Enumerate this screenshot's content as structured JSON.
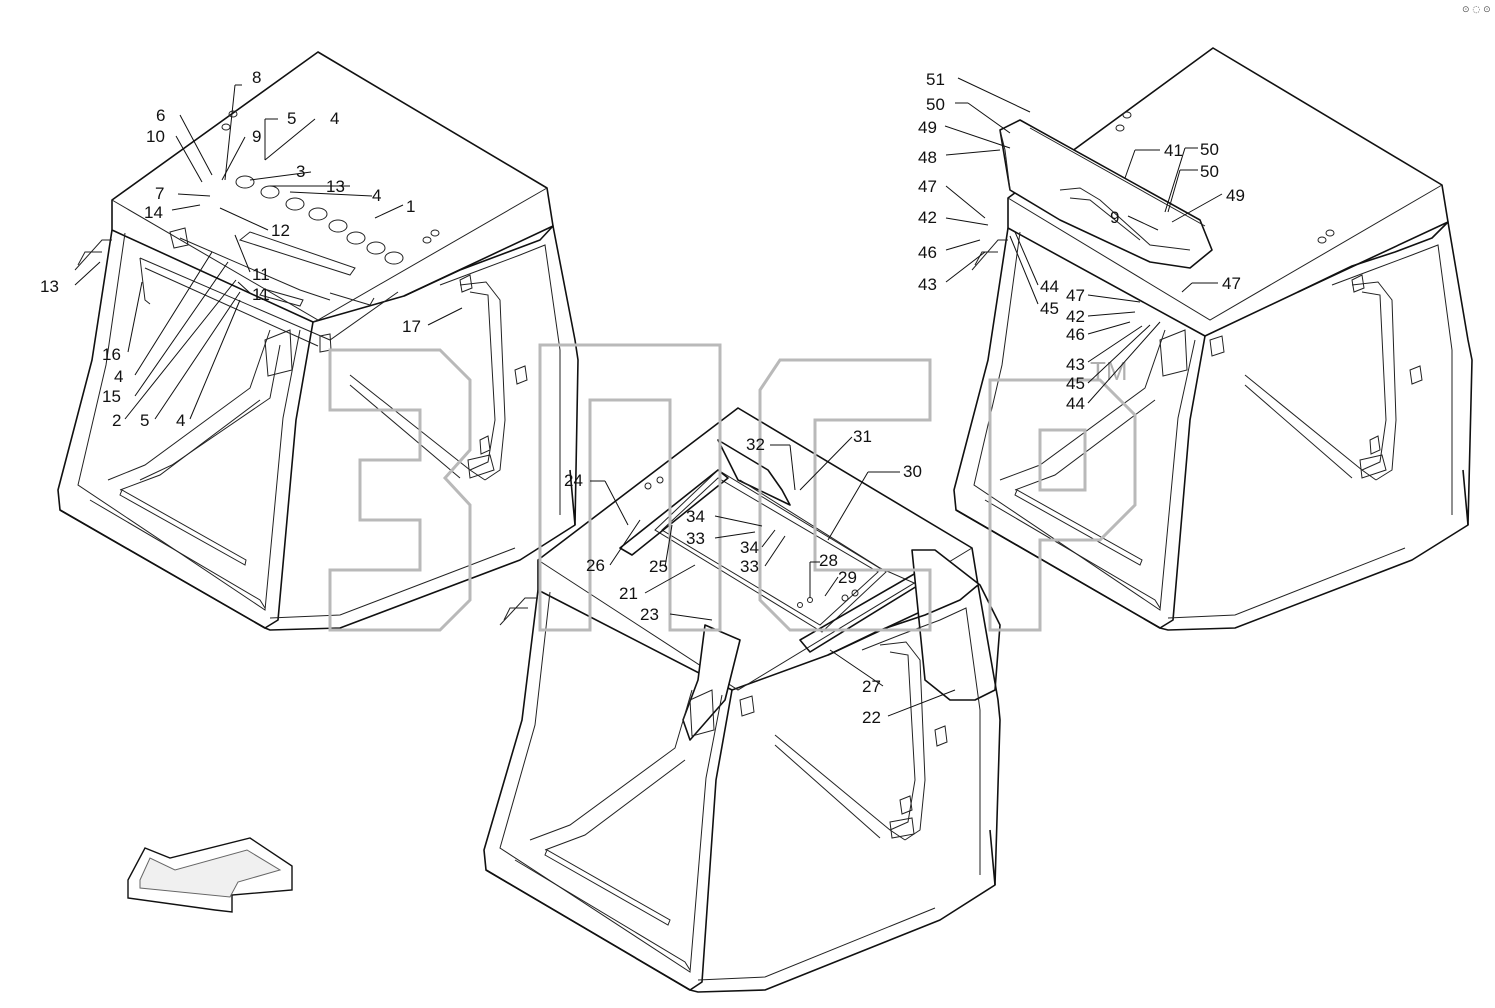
{
  "corner_mark": "⊙ ◌ ⊙",
  "watermark": {
    "letters": "3ПсР",
    "tm": "TM"
  },
  "labels": [
    {
      "id": "c1-1",
      "text": "1"
    },
    {
      "id": "c1-2",
      "text": "2"
    },
    {
      "id": "c1-3",
      "text": "3"
    },
    {
      "id": "c1-4a",
      "text": "4"
    },
    {
      "id": "c1-4b",
      "text": "4"
    },
    {
      "id": "c1-4c",
      "text": "4"
    },
    {
      "id": "c1-4d",
      "text": "4"
    },
    {
      "id": "c1-5a",
      "text": "5"
    },
    {
      "id": "c1-5b",
      "text": "5"
    },
    {
      "id": "c1-6",
      "text": "6"
    },
    {
      "id": "c1-7",
      "text": "7"
    },
    {
      "id": "c1-8",
      "text": "8"
    },
    {
      "id": "c1-9",
      "text": "9"
    },
    {
      "id": "c1-10",
      "text": "10"
    },
    {
      "id": "c1-11a",
      "text": "11"
    },
    {
      "id": "c1-11b",
      "text": "11"
    },
    {
      "id": "c1-12",
      "text": "12"
    },
    {
      "id": "c1-13a",
      "text": "13"
    },
    {
      "id": "c1-13b",
      "text": "13"
    },
    {
      "id": "c1-14",
      "text": "14"
    },
    {
      "id": "c1-15",
      "text": "15"
    },
    {
      "id": "c1-16",
      "text": "16"
    },
    {
      "id": "c1-17",
      "text": "17"
    },
    {
      "id": "c2-21",
      "text": "21"
    },
    {
      "id": "c2-22",
      "text": "22"
    },
    {
      "id": "c2-23",
      "text": "23"
    },
    {
      "id": "c2-24",
      "text": "24"
    },
    {
      "id": "c2-25",
      "text": "25"
    },
    {
      "id": "c2-26",
      "text": "26"
    },
    {
      "id": "c2-27",
      "text": "27"
    },
    {
      "id": "c2-28",
      "text": "28"
    },
    {
      "id": "c2-29",
      "text": "29"
    },
    {
      "id": "c2-30",
      "text": "30"
    },
    {
      "id": "c2-31",
      "text": "31"
    },
    {
      "id": "c2-32",
      "text": "32"
    },
    {
      "id": "c2-33a",
      "text": "33"
    },
    {
      "id": "c2-33b",
      "text": "33"
    },
    {
      "id": "c2-34a",
      "text": "34"
    },
    {
      "id": "c2-34b",
      "text": "34"
    },
    {
      "id": "c3-41",
      "text": "41"
    },
    {
      "id": "c3-42a",
      "text": "42"
    },
    {
      "id": "c3-42b",
      "text": "42"
    },
    {
      "id": "c3-43a",
      "text": "43"
    },
    {
      "id": "c3-43b",
      "text": "43"
    },
    {
      "id": "c3-44a",
      "text": "44"
    },
    {
      "id": "c3-44b",
      "text": "44"
    },
    {
      "id": "c3-45a",
      "text": "45"
    },
    {
      "id": "c3-45b",
      "text": "45"
    },
    {
      "id": "c3-46a",
      "text": "46"
    },
    {
      "id": "c3-46b",
      "text": "46"
    },
    {
      "id": "c3-47a",
      "text": "47"
    },
    {
      "id": "c3-47b",
      "text": "47"
    },
    {
      "id": "c3-47c",
      "text": "47"
    },
    {
      "id": "c3-48",
      "text": "48"
    },
    {
      "id": "c3-49a",
      "text": "49"
    },
    {
      "id": "c3-49b",
      "text": "49"
    },
    {
      "id": "c3-50a",
      "text": "50"
    },
    {
      "id": "c3-50b",
      "text": "50"
    },
    {
      "id": "c3-50c",
      "text": "50"
    },
    {
      "id": "c3-51",
      "text": "51"
    },
    {
      "id": "c3-9",
      "text": "9"
    }
  ]
}
